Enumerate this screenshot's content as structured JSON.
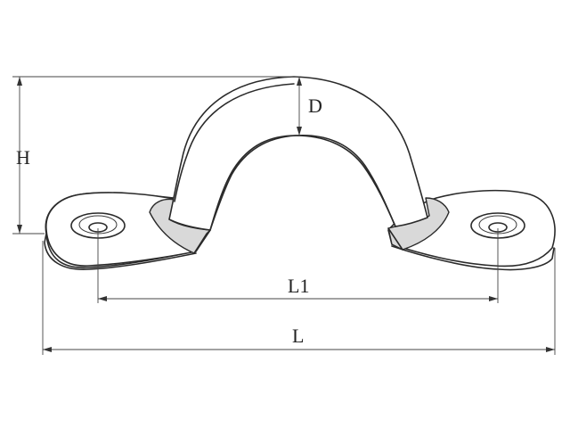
{
  "labels": {
    "height": "H",
    "depth": "D",
    "hole_spacing": "L1",
    "overall_length": "L"
  },
  "colors": {
    "line": "#2a2a2a",
    "shading": "#d9d9d9",
    "background": "#ffffff"
  }
}
